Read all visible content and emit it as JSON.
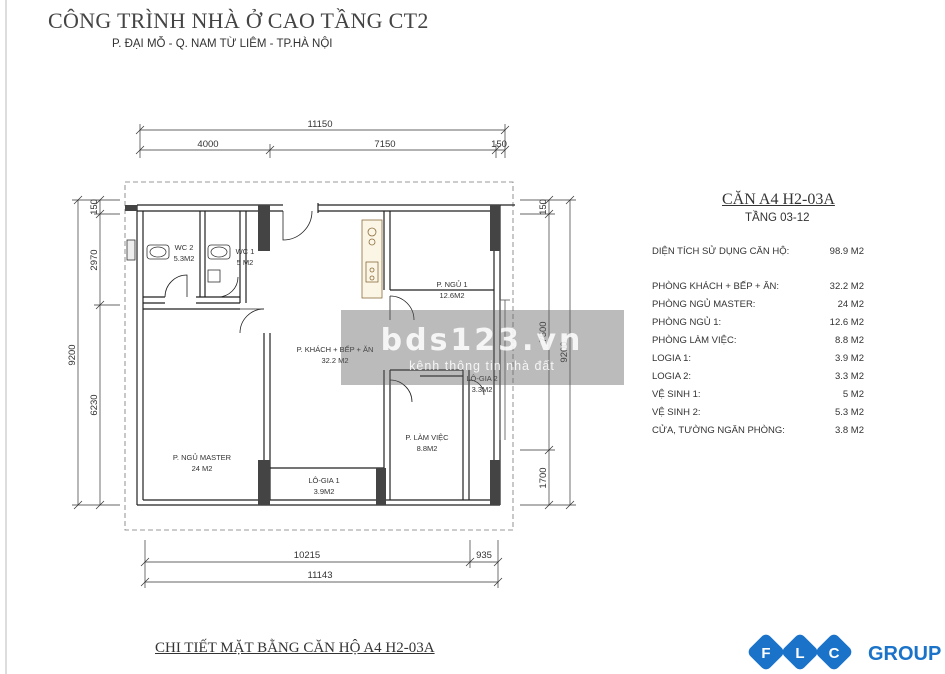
{
  "header": {
    "project_title": "CÔNG TRÌNH NHÀ Ở CAO TẦNG CT2",
    "address": "P. ĐẠI MỖ - Q. NAM TỪ LIÊM - TP.HÀ NỘI"
  },
  "unit": {
    "title": "CĂN A4 H2-03A",
    "floor": "TẦNG 03-12",
    "areas": [
      {
        "label": "DIỆN TÍCH SỬ DỤNG CĂN HỘ:",
        "value": "98.9  M2"
      },
      {
        "label": "PHÒNG KHÁCH + BẾP + ĂN:",
        "value": "32.2  M2"
      },
      {
        "label": "PHÒNG NGỦ MASTER:",
        "value": "24  M2"
      },
      {
        "label": "PHÒNG NGỦ 1:",
        "value": "12.6  M2"
      },
      {
        "label": "PHÒNG LÀM VIỆC:",
        "value": "8.8  M2"
      },
      {
        "label": "LOGIA 1:",
        "value": "3.9  M2"
      },
      {
        "label": "LOGIA 2:",
        "value": "3.3  M2"
      },
      {
        "label": "VỆ SINH 1:",
        "value": "5  M2"
      },
      {
        "label": "VỆ SINH 2:",
        "value": "5.3  M2"
      },
      {
        "label": "CỬA, TƯỜNG NGĂN PHÒNG:",
        "value": "3.8  M2"
      }
    ]
  },
  "plan": {
    "rooms": {
      "wc2": {
        "name": "WC 2",
        "area": "5.3M2"
      },
      "wc1": {
        "name": "WC 1",
        "area": "5 M2"
      },
      "bedroom1": {
        "name": "P. NGỦ 1",
        "area": "12.6M2"
      },
      "living": {
        "name": "P. KHÁCH + BẾP + ĂN",
        "area": "32.2 M2"
      },
      "logia2": {
        "name": "LÔ-GIA 2",
        "area": "3.3M2"
      },
      "study": {
        "name": "P. LÀM VIỆC",
        "area": "8.8M2"
      },
      "master": {
        "name": "P. NGỦ MASTER",
        "area": "24 M2"
      },
      "logia1": {
        "name": "LÔ-GIA 1",
        "area": "3.9M2"
      }
    },
    "dimensions": {
      "top_total": "11150",
      "top_left": "4000",
      "top_mid": "7150",
      "top_right": "150",
      "left_top": "150",
      "left_a": "2970",
      "left_total": "9200",
      "left_b": "6230",
      "right_top": "150",
      "right_a": "7500",
      "right_total": "9200",
      "right_b": "1700",
      "bottom_a": "10215",
      "bottom_b": "935",
      "bottom_total": "11143"
    }
  },
  "watermark": {
    "main": "bds123.vn",
    "sub": "kênh thông tin nhà đất"
  },
  "footer": {
    "title": "CHI TIẾT MẶT BẰNG CĂN HỘ A4 H2-03A"
  },
  "logo": {
    "letters": [
      "F",
      "L",
      "C"
    ],
    "word": "GROUP",
    "color": "#1a73c9"
  }
}
